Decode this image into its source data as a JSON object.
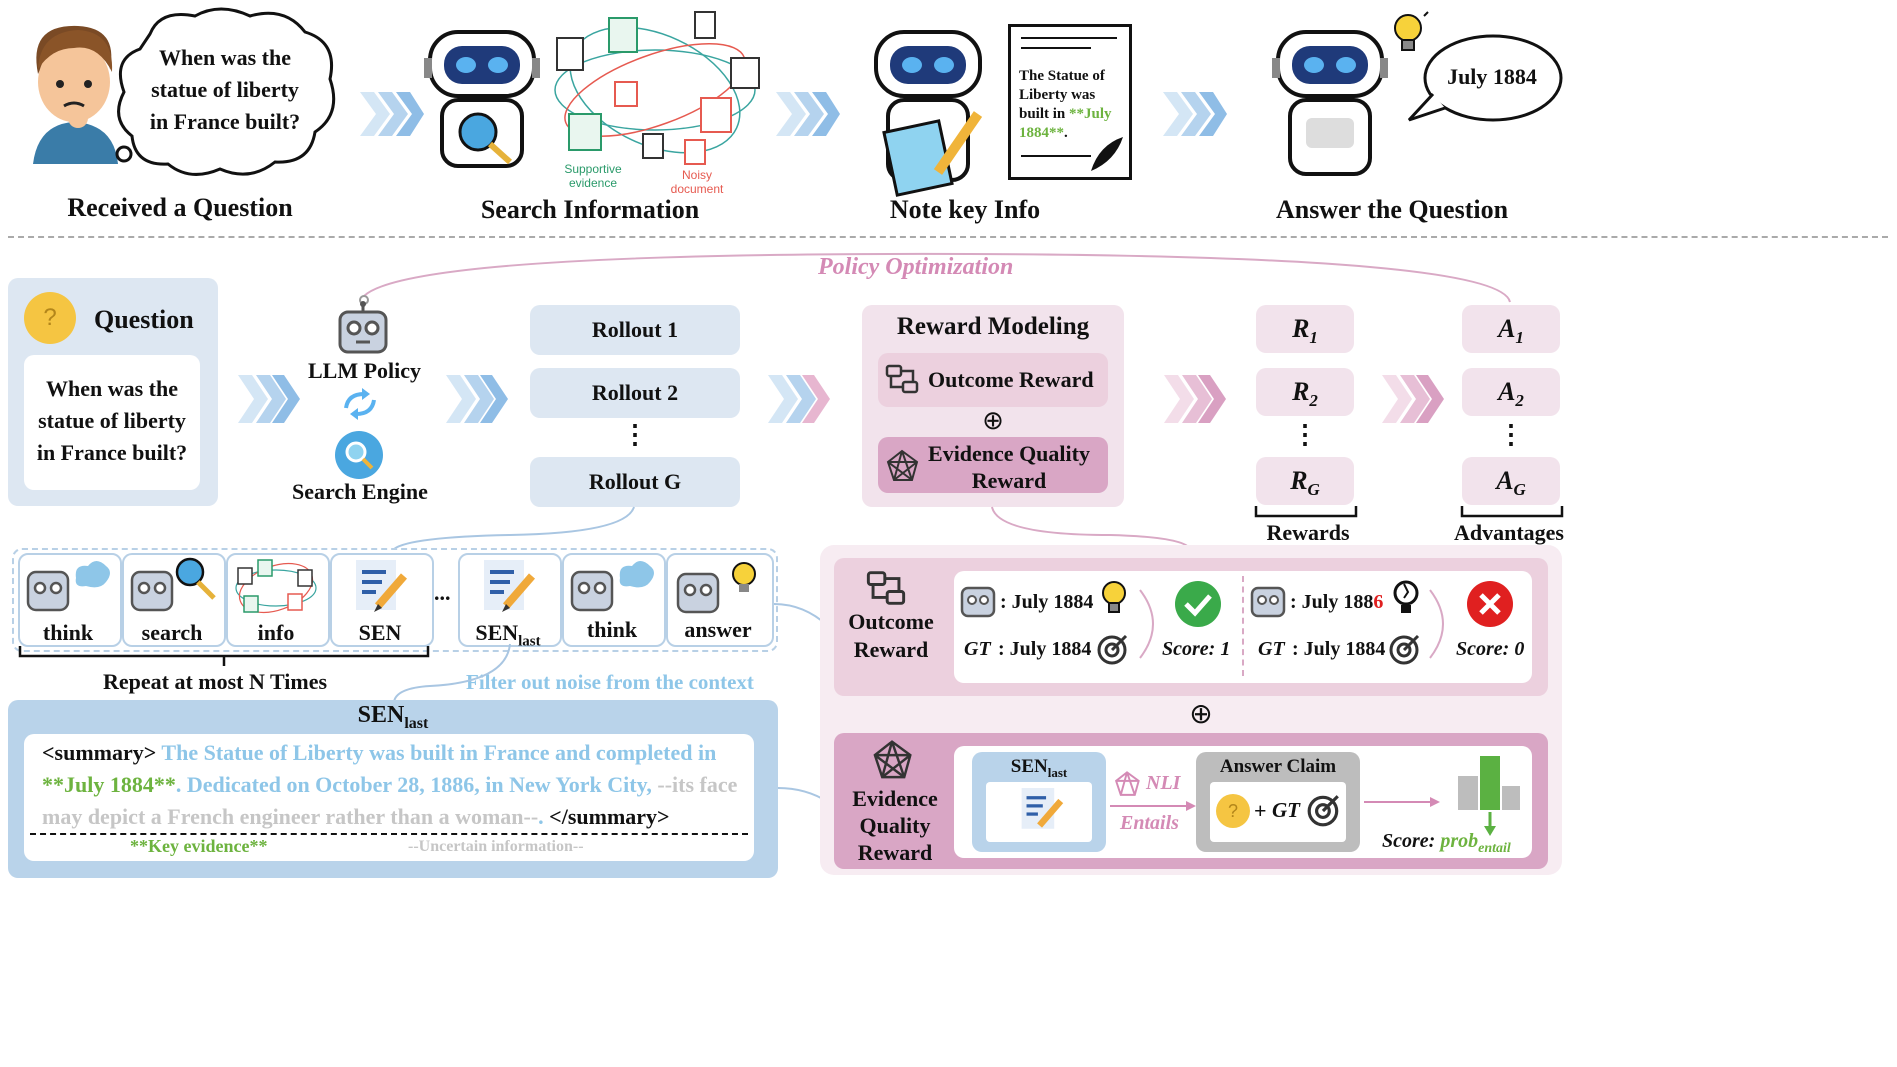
{
  "top": {
    "bubble_question": "When was the statue of liberty in France built?",
    "bubble_line1": "When was the",
    "bubble_line2": "statue of liberty",
    "bubble_line3": "in France built?",
    "steps": [
      {
        "label": "Received a Question"
      },
      {
        "label": "Search Information"
      },
      {
        "label": "Note key Info"
      },
      {
        "label": "Answer the Question"
      }
    ],
    "supportive_line1": "Supportive",
    "supportive_line2": "evidence",
    "noisy_line1": "Noisy",
    "noisy_line2": "document",
    "note_line1": "The Statue of",
    "note_line2": "Liberty was",
    "note_line3_a": "built in ",
    "note_line3_b": "**July",
    "note_line4_a": "1884**",
    "note_line4_b": ".",
    "answer_bubble": "July 1884"
  },
  "policy_optimization": "Policy Optimization",
  "question_panel": {
    "title": "Question",
    "q_icon": "?",
    "line1": "When was the",
    "line2": "statue of liberty",
    "line3": "in France built?"
  },
  "llm_policy": "LLM Policy",
  "search_engine": "Search Engine",
  "rollouts": [
    "Rollout 1",
    "Rollout 2",
    "Rollout G"
  ],
  "vdots": "⋮",
  "reward_modeling": {
    "title": "Reward Modeling",
    "outcome": "Outcome Reward",
    "oplus": "⊕",
    "evidence_line1": "Evidence Quality",
    "evidence_line2": "Reward"
  },
  "rewards": {
    "items": [
      {
        "base": "R",
        "sub": "1"
      },
      {
        "base": "R",
        "sub": "2"
      },
      {
        "base": "R",
        "sub": "G"
      }
    ],
    "label": "Rewards"
  },
  "advantages": {
    "items": [
      {
        "base": "A",
        "sub": "1"
      },
      {
        "base": "A",
        "sub": "2"
      },
      {
        "base": "A",
        "sub": "G"
      }
    ],
    "label": "Advantages"
  },
  "actions": {
    "think1": "think",
    "search": "search",
    "info": "info",
    "sen": "SEN",
    "ellipsis": "...",
    "sen_last_base": "SEN",
    "sen_last_sub": "last",
    "think2": "think",
    "answer": "answer"
  },
  "repeat_label": "Repeat at most N Times",
  "filter_label": "Filter out noise from the context",
  "sen_panel": {
    "title_base": "SEN",
    "title_sub": "last",
    "open_tag": "<summary>",
    "seg1": "The Statue of Liberty was built in France and completed in",
    "seg2": "**July 1884**",
    "seg3": ". Dedicated on October 28, 1886, in New York City,",
    "seg4": "--its",
    "seg5": "face may depict a French engineer rather than a woman--",
    "seg6": ".",
    "close_tag": "</summary>",
    "legend_key": "**Key evidence**",
    "legend_uncertain": "--Uncertain information--"
  },
  "outcome_panel": {
    "title_line1": "Outcome",
    "title_line2": "Reward",
    "left_answer": ": July 1884",
    "left_gt_label": "GT",
    "left_gt": ": July 1884",
    "left_score": "Score: 1",
    "right_answer_a": ": July 188",
    "right_answer_b": "6",
    "right_gt_label": "GT",
    "right_gt": ": July 1884",
    "right_score": "Score: 0"
  },
  "oplus2": "⊕",
  "evidence_panel": {
    "title_line1": "Evidence",
    "title_line2": "Quality",
    "title_line3": "Reward",
    "sen_base": "SEN",
    "sen_sub": "last",
    "nli": "NLI",
    "entails": "Entails",
    "answer_claim": "Answer Claim",
    "claim_q": "?",
    "claim_plus": "+",
    "claim_gt": "GT",
    "score_label": "Score: ",
    "score_prob": "prob",
    "score_sub": "entail"
  },
  "colors": {
    "accent_green": "#6db33f",
    "accent_blue_text": "#8ec6e8",
    "pink_title": "#d48ab5",
    "panel_blue": "#dde7f2",
    "panel_pink": "#f2e3ec",
    "red_x": "#e02020",
    "check_green": "#3aaa4a"
  }
}
